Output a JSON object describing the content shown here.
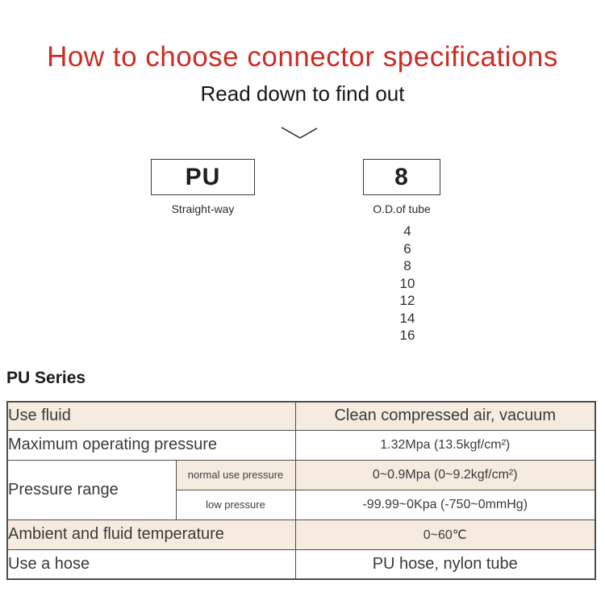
{
  "header": {
    "title": "How to choose connector specifications",
    "subtitle": "Read down to find out"
  },
  "selector": {
    "model": {
      "code": "PU",
      "caption": "Straight-way"
    },
    "size": {
      "code": "8",
      "caption": "O.D.of tube"
    },
    "size_options": [
      "4",
      "6",
      "8",
      "10",
      "12",
      "14",
      "16"
    ],
    "chevron_icon": "chevron-down"
  },
  "series": {
    "heading": "PU Series"
  },
  "spec_table": {
    "rows": [
      {
        "label": "Use fluid",
        "value": "Clean compressed air, vacuum"
      },
      {
        "label": "Maximum operating pressure",
        "value": "1.32Mpa (13.5kgf/cm²)"
      },
      {
        "label": "Pressure range",
        "sublabel": "normal use pressure",
        "value": "0~0.9Mpa (0~9.2kgf/cm²)"
      },
      {
        "sublabel": "low pressure",
        "value": "-99.99~0Kpa (-750~0mmHg)"
      },
      {
        "label": "Ambient and fluid temperature",
        "value": "0~60℃"
      },
      {
        "label": "Use a hose",
        "value": "PU hose, nylon tube"
      }
    ]
  },
  "colors": {
    "title_red": "#cb2d26",
    "row_highlight": "#f5ecdf",
    "table_border": "#4d4d4d",
    "box_border": "#3a3a3a"
  }
}
